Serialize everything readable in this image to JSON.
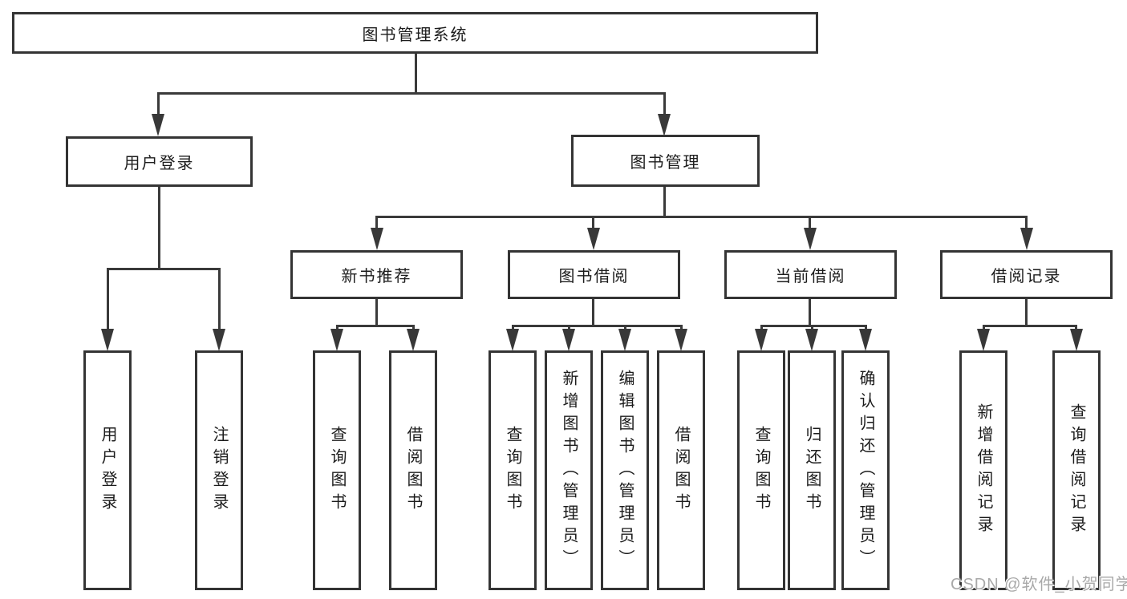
{
  "diagram": {
    "root": {
      "label": "图书管理系统"
    },
    "level2": [
      {
        "id": "user-login",
        "label": "用户登录"
      },
      {
        "id": "book-management",
        "label": "图书管理"
      }
    ],
    "level3": [
      {
        "id": "new-book-recommend",
        "parent": "图书管理",
        "label": "新书推荐"
      },
      {
        "id": "book-borrow",
        "parent": "图书管理",
        "label": "图书借阅"
      },
      {
        "id": "current-borrow",
        "parent": "图书管理",
        "label": "当前借阅"
      },
      {
        "id": "borrow-record",
        "parent": "图书管理",
        "label": "借阅记录"
      }
    ],
    "leaves": [
      {
        "parent": "用户登录",
        "label": "用户登录"
      },
      {
        "parent": "用户登录",
        "label": "注销登录"
      },
      {
        "parent": "新书推荐",
        "label": "查询图书"
      },
      {
        "parent": "新书推荐",
        "label": "借阅图书"
      },
      {
        "parent": "图书借阅",
        "label": "查询图书"
      },
      {
        "parent": "图书借阅",
        "label": "新增图书（管理员）"
      },
      {
        "parent": "图书借阅",
        "label": "编辑图书（管理员）"
      },
      {
        "parent": "图书借阅",
        "label": "借阅图书"
      },
      {
        "parent": "当前借阅",
        "label": "查询图书"
      },
      {
        "parent": "当前借阅",
        "label": "归还图书"
      },
      {
        "parent": "当前借阅",
        "label": "确认归还（管理员）"
      },
      {
        "parent": "借阅记录",
        "label": "新增借阅记录"
      },
      {
        "parent": "借阅记录",
        "label": "查询借阅记录"
      }
    ],
    "colors": {
      "line": "#3a3a3a",
      "border": "#343434",
      "text": "#1c1c1c",
      "background": "#ffffff"
    }
  },
  "watermark": {
    "text": "CSDN @软件_小贺同学",
    "color": "#a9a9a9"
  }
}
